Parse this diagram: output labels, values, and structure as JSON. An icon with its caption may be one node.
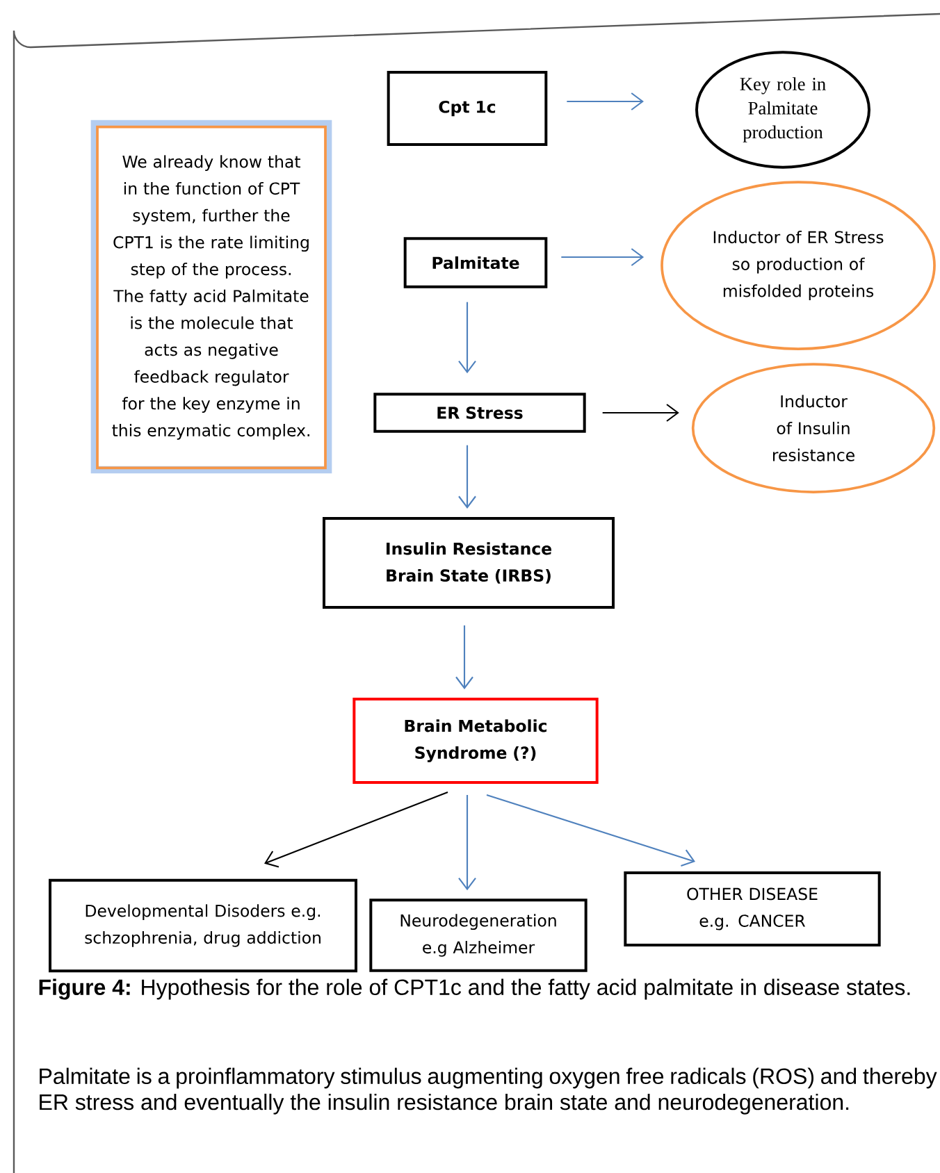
{
  "diagram": {
    "caption": "**Figure 4:** Hypothesis for the role of CPT1c and the fatty acid palmitate in disease states.",
    "nodes": [
      {
        "text": [
          "We already know that in the function of CPT system, further the CPT1 is the rate limiting step of the process. The fatty acid Palmitate is the molecule that acts as negative feedback regulator for the key enzyme in this enzymatic complex."
        ]
      },
      {
        "text": [
          "Cpt 1c"
        ]
      },
      {
        "text": [
          "Key role in Palmitate production"
        ]
      },
      {
        "text": [
          "Palmitate"
        ]
      },
      {
        "text": [
          "Inductor of ER Stress so production of misfolded proteins"
        ]
      },
      {
        "text": [
          "ER Stress"
        ]
      },
      {
        "text": [
          "Inductor of Insulin resistance"
        ]
      },
      {
        "text": [
          "Insulin Resistance Brain State (IRBS)"
        ]
      },
      {
        "text": [
          "Brain Metabolic Syndrome (?)"
        ]
      },
      {
        "text": [
          "Developmental Disoders e.g. schzophrenia, drug addiction"
        ]
      },
      {
        "text": [
          "Neurodegeneration e.g Alzheimer"
        ]
      },
      {
        "text": [
          "OTHER DISEASE e.g. CANCER"
        ]
      }
    ],
    "edges": [
      {
        "from": 1,
        "to": 2,
        "arrow": "to"
      },
      {
        "from": 3,
        "to": 4,
        "arrow": "to"
      },
      {
        "from": 3,
        "to": 5,
        "arrow": "to"
      },
      {
        "from": 5,
        "to": 6,
        "arrow": "to",
        "color": "#000000"
      },
      {
        "from": 5,
        "to": 7,
        "arrow": "to"
      },
      {
        "from": 7,
        "to": 8,
        "arrow": "to"
      },
      {
        "from": 8,
        "to": 9,
        "arrow": "to",
        "color": "#000000"
      },
      {
        "from": 8,
        "to": 10,
        "arrow": "to"
      },
      {
        "from": 8,
        "to": 11,
        "arrow": "to"
      }
    ],
    "labels": [
      "Palmitate is a proinflammatory stimulus augmenting oxygen free radicals (ROS) and thereby ER stress and eventually the insulin resistance brain state and neurodegeneration."
    ]
  }
}
